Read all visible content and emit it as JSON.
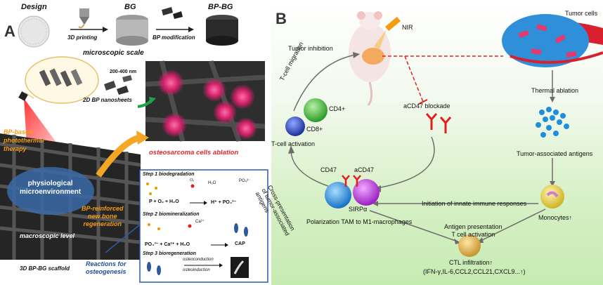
{
  "panelA": {
    "letter": "A",
    "top_labels": [
      "Design",
      "BG",
      "BP-BG"
    ],
    "step_labels": [
      "3D printing",
      "BP modification"
    ],
    "microscopic_scale": "microscopic scale",
    "size_range": "200-400 nm",
    "nanosheets": "2D BP nanosheets",
    "photothermal": [
      "BP-based",
      "photothermal",
      "therapy"
    ],
    "ablation": "osteosarcoma cells ablation",
    "physiological": [
      "physiological",
      "microenvironment"
    ],
    "bone_regen": [
      "BP-reinforced",
      "new bone",
      "regeneration"
    ],
    "macroscopic": "macroscopic level",
    "scaffold": "3D BP-BG scaffold",
    "reactions": [
      "Reactions for",
      "osteogenesis"
    ],
    "step1": "Step 1 biodegradation",
    "step2": "Step 2 biomineralization",
    "step3": "Step 3 bioregeneration",
    "eq1_left": "P + O₂ + H₂O",
    "eq1_right": "H⁺ + PO₄³⁻",
    "eq2_left": "PO₄³⁻ + Ca²⁺ + H₂O",
    "eq2_right": "CAP",
    "o2": "O₂",
    "h2o": "H₂O",
    "po4": "PO₄³⁻",
    "ca": "Ca²⁺",
    "osteoconduction": "osteoconduction",
    "osteoinduction": "osteoinduction"
  },
  "panelB": {
    "letter": "B",
    "nir": "NIR",
    "tumor_cells": "Tumor cells",
    "tumor_inhibition": "Tumor inhibition",
    "tcell_migration": "T-cell migration",
    "cd4": "CD4+",
    "cd8": "CD8+",
    "tcell_activation": "T-cell activation",
    "acd47_blockade": "aCD47 blockade",
    "thermal_ablation": "Thermal ablation",
    "tumor_antigens": "Tumor-associated antigens",
    "cross_presentation": [
      "Cross-presentation",
      "of tumor-associated",
      "antigens"
    ],
    "cd47": "CD47",
    "acd47": "aCD47",
    "sirpa": "SIRPα",
    "innate": "Initiation of innate immune responses",
    "polarization": "Polarization TAM to M1-macrophages",
    "monocytes": "Monocytes↑",
    "antigen_presentation": [
      "Antigen presentation",
      "T cell activation"
    ],
    "ctl": "CTL infiltration↑",
    "cytokines": "(IFN-γ,IL-6,CCL2,CCL21,CXCL9...↑)"
  },
  "colors": {
    "red_text": "#e0262b",
    "orange_text": "#f39c12",
    "blue_text": "#1f4e9c",
    "arrow_gray": "#6d6d6d",
    "dash_red": "#e02020"
  }
}
